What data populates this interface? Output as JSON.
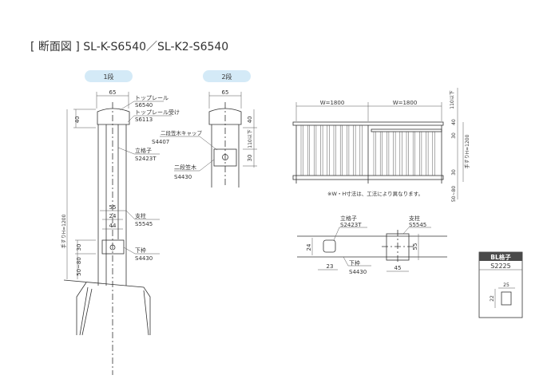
{
  "title": "[ 断面図 ] SL-K-S6540／SL-K2-S6540",
  "tabs": {
    "one": "1段",
    "two": "2段"
  },
  "section1": {
    "width_dim": "65",
    "top_dim": "40",
    "height_dim": "手すりH=1200",
    "top_rail": {
      "name": "トップレール",
      "code": "S6540"
    },
    "top_rail_holder": {
      "name": "トップレール受け",
      "code": "S6113"
    },
    "baluster": {
      "name": "立格子",
      "code": "S2423T"
    },
    "dim_55": "55",
    "dim_24": "24",
    "dim_44": "44",
    "post": {
      "name": "支柱",
      "code": "S5545"
    },
    "bottom_rail": {
      "name": "下枠",
      "code": "S4430"
    },
    "dim_30": "30",
    "dim_gap": "50~80"
  },
  "section2": {
    "width_dim": "65",
    "top_dim": "40",
    "gap_dim": "110以下",
    "dim_30": "30",
    "cap": {
      "name": "二段笠木キャップ",
      "code": "S4407"
    },
    "rail": {
      "name": "二段笠木",
      "code": "S4430"
    }
  },
  "elevation": {
    "w1": "W=1800",
    "w2": "W=1800",
    "dim_110": "110以下",
    "dim_40": "40",
    "dim_30a": "30",
    "height": "手すりH=1200",
    "dim_30b": "30",
    "dim_gap": "50~80",
    "note": "※W・H寸法は、工法により異なります。"
  },
  "plan": {
    "baluster": {
      "name": "立格子",
      "code": "S2423T"
    },
    "bottom_rail": {
      "name": "下枠",
      "code": "S4430"
    },
    "post": {
      "name": "支柱",
      "code": "S5545"
    },
    "dim_24": "24",
    "dim_23": "23",
    "dim_45": "45",
    "dim_55": "55"
  },
  "bl": {
    "header": "BL格子",
    "code": "S2225",
    "dim_w": "25",
    "dim_h": "22"
  },
  "colors": {
    "pill": "#d4eaf7",
    "header": "#4a4a4a"
  }
}
